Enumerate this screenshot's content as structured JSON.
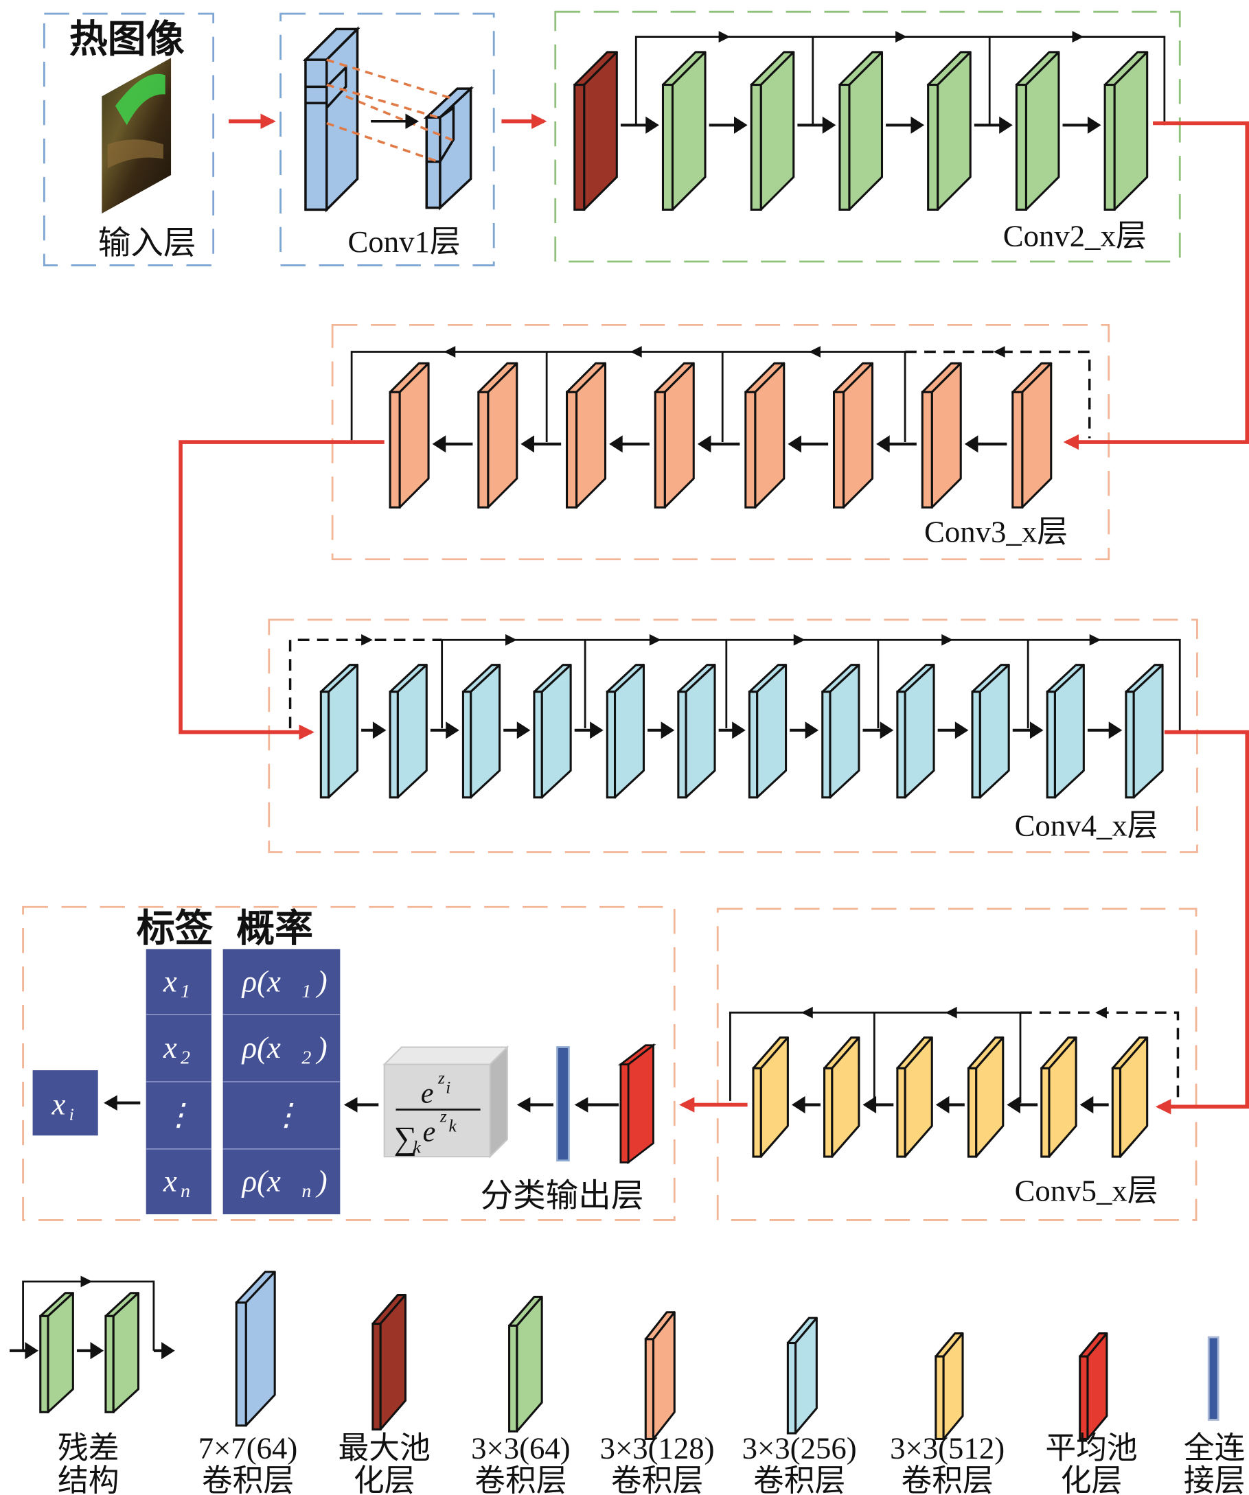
{
  "title": "ResNet thermal image classification architecture",
  "colors": {
    "conv7x7": "#a3c4e6",
    "maxpool": "#9c3428",
    "conv64": "#a8d394",
    "conv128": "#f7ae88",
    "conv256": "#b5dfe9",
    "conv512": "#fcd57c",
    "avgpool": "#e53a2f",
    "fc": "#3d5a9e",
    "table": "#455195",
    "softmax_box": "#d9d9d9",
    "flow_red": "#e23b34"
  },
  "input_block": {
    "title": "热图像",
    "label": "输入层"
  },
  "conv1_block": {
    "label": "Conv1层"
  },
  "conv2_block": {
    "label": "Conv2_x层",
    "layers": [
      "maxpool",
      "conv64",
      "conv64",
      "conv64",
      "conv64",
      "conv64",
      "conv64"
    ]
  },
  "conv3_block": {
    "label": "Conv3_x层",
    "layers": [
      "conv128",
      "conv128",
      "conv128",
      "conv128",
      "conv128",
      "conv128",
      "conv128",
      "conv128"
    ]
  },
  "conv4_block": {
    "label": "Conv4_x层",
    "layers": [
      "conv256",
      "conv256",
      "conv256",
      "conv256",
      "conv256",
      "conv256",
      "conv256",
      "conv256",
      "conv256",
      "conv256",
      "conv256",
      "conv256"
    ]
  },
  "conv5_block": {
    "label": "Conv5_x层",
    "layers": [
      "conv512",
      "conv512",
      "conv512",
      "conv512",
      "conv512",
      "conv512"
    ]
  },
  "output_block": {
    "label": "分类输出层",
    "header_labels": "标签",
    "header_probs": "概率",
    "softmax_numerator": "e",
    "softmax_num_sup": "z",
    "softmax_num_sub": "i",
    "softmax_den_sum": "∑",
    "softmax_den_k": "k",
    "softmax_den_e": "e",
    "softmax_den_sup": "z",
    "softmax_den_sub": "k",
    "result": "x",
    "result_sub": "i",
    "rows": [
      {
        "label": "x",
        "label_sub": "1",
        "prob": "ρ(x",
        "prob_sub": "1",
        "prob_close": ")"
      },
      {
        "label": "x",
        "label_sub": "2",
        "prob": "ρ(x",
        "prob_sub": "2",
        "prob_close": ")"
      },
      {
        "label": "⋮",
        "label_sub": "",
        "prob": "⋮",
        "prob_sub": "",
        "prob_close": ""
      },
      {
        "label": "x",
        "label_sub": "n",
        "prob": "ρ(x",
        "prob_sub": "n",
        "prob_close": ")"
      }
    ]
  },
  "legend": [
    {
      "key": "residual",
      "line1": "残差",
      "line2": "结构"
    },
    {
      "key": "conv7x7",
      "line1": "7×7(64)",
      "line2": "卷积层"
    },
    {
      "key": "maxpool",
      "line1": "最大池",
      "line2": "化层"
    },
    {
      "key": "conv64",
      "line1": "3×3(64)",
      "line2": "卷积层"
    },
    {
      "key": "conv128",
      "line1": "3×3(128)",
      "line2": "卷积层"
    },
    {
      "key": "conv256",
      "line1": "3×3(256)",
      "line2": "卷积层"
    },
    {
      "key": "conv512",
      "line1": "3×3(512)",
      "line2": "卷积层"
    },
    {
      "key": "avgpool",
      "line1": "平均池",
      "line2": "化层"
    },
    {
      "key": "fc",
      "line1": "全连",
      "line2": "接层"
    }
  ]
}
